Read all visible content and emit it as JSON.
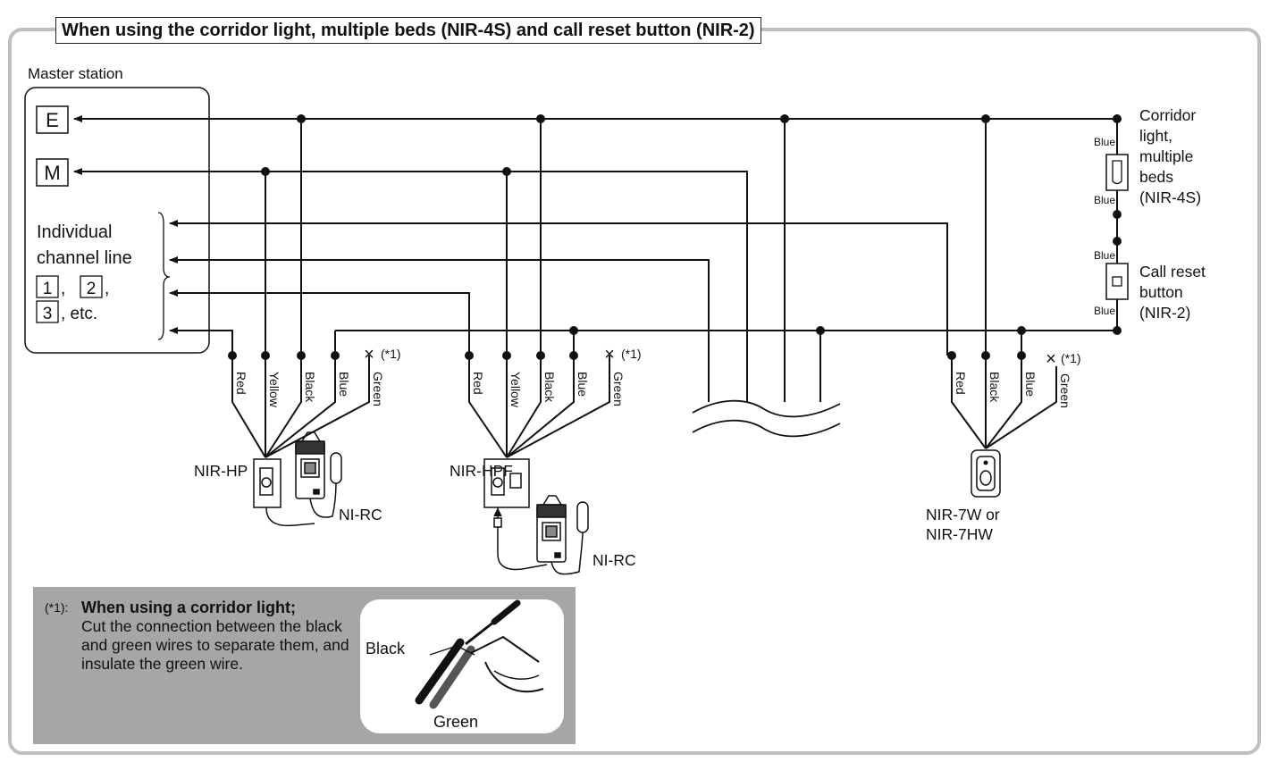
{
  "title": "When using the corridor light, multiple beds (NIR-4S) and call reset button (NIR-2)",
  "master": {
    "label": "Master station",
    "terminal_e": "E",
    "terminal_m": "M",
    "channel_text_1": "Individual",
    "channel_text_2": "channel line",
    "ch1": "1",
    "ch2": "2",
    "ch3": "3",
    "sep": ",",
    "etc": ", etc."
  },
  "wires": {
    "red": "Red",
    "yellow": "Yellow",
    "black": "Black",
    "blue": "Blue",
    "green": "Green",
    "cut_mark": "×",
    "note_ref": "(*1)"
  },
  "devices": {
    "nir_hp": "NIR-HP",
    "nir_hpf": "NIR-HPF",
    "ni_rc": "NI-RC",
    "nir_7w_line1": "NIR-7W or",
    "nir_7w_line2": "NIR-7HW"
  },
  "right_side": {
    "corridor_line1": "Corridor",
    "corridor_line2": "light,",
    "corridor_line3": "multiple",
    "corridor_line4": "beds",
    "corridor_line5": "(NIR-4S)",
    "reset_line1": "Call reset",
    "reset_line2": "button",
    "reset_line3": "(NIR-2)",
    "blue": "Blue"
  },
  "note": {
    "mark": "(*1):",
    "title": "When using a corridor light;",
    "body": "Cut the connection between the black and green wires to separate them, and insulate the green wire.",
    "inset_black": "Black",
    "inset_green": "Green"
  },
  "colors": {
    "note_bg": "#a6a6a6",
    "line": "#111111",
    "frame": "#bfbfbf"
  }
}
